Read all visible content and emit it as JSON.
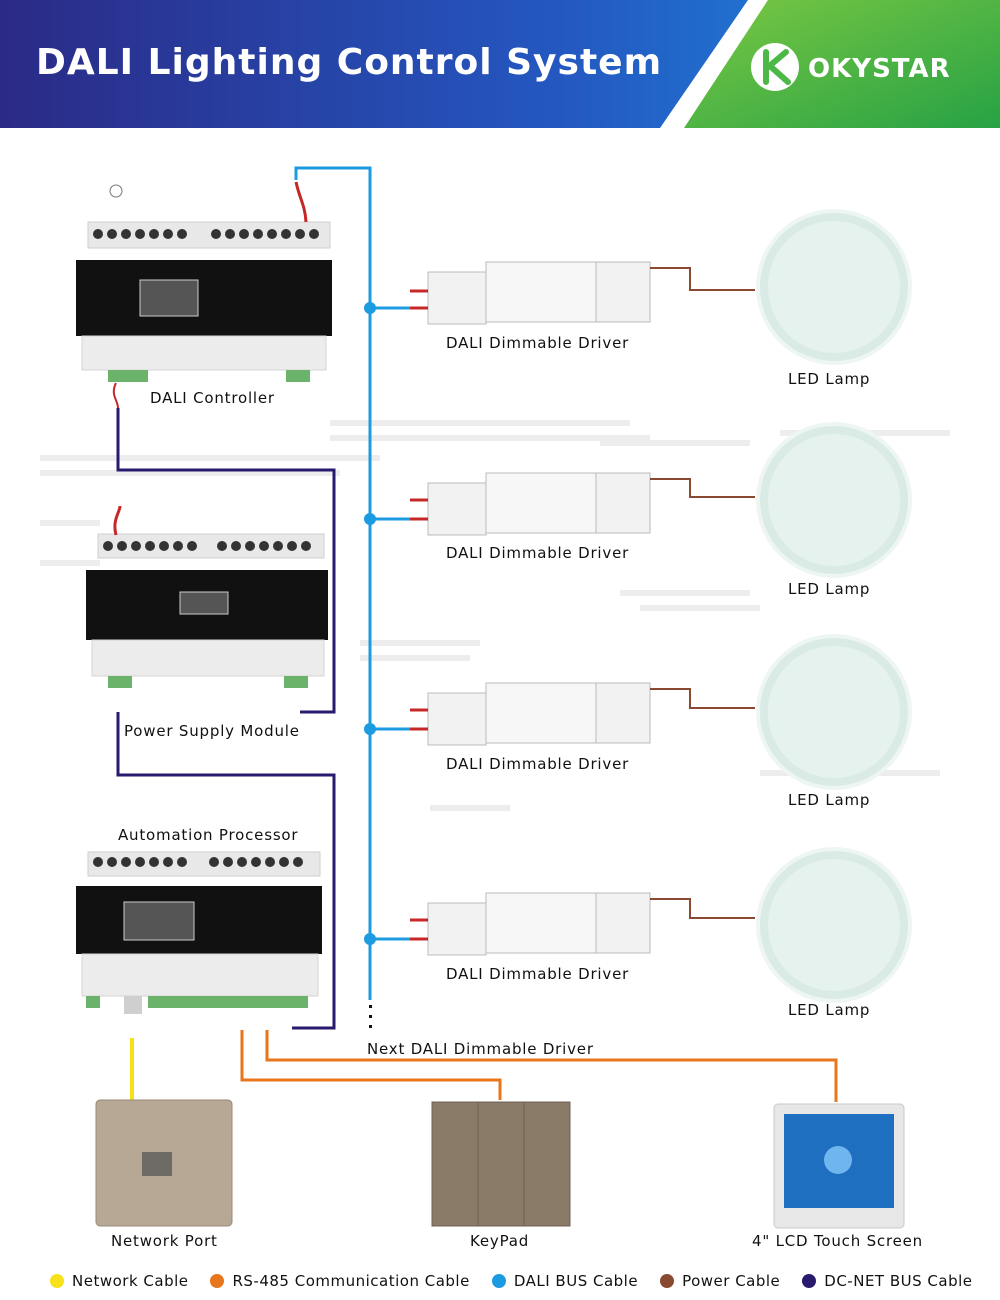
{
  "header": {
    "title": "DALI Lighting Control System",
    "brand": "OKYSTAR",
    "logo_icon": "k-logo-icon"
  },
  "devices": {
    "dali_controller": "DALI Controller",
    "power_supply": "Power Supply Module",
    "automation_processor": "Automation Processor",
    "network_port": "Network Port",
    "keypad": "KeyPad",
    "touch_screen": "4\" LCD Touch Screen",
    "next_driver": "Next DALI Dimmable Driver"
  },
  "drivers": [
    {
      "driver_label": "DALI Dimmable Driver",
      "lamp_label": "LED Lamp"
    },
    {
      "driver_label": "DALI Dimmable Driver",
      "lamp_label": "LED Lamp"
    },
    {
      "driver_label": "DALI Dimmable Driver",
      "lamp_label": "LED Lamp"
    },
    {
      "driver_label": "DALI Dimmable Driver",
      "lamp_label": "LED Lamp"
    }
  ],
  "legend": [
    {
      "label": "Network Cable",
      "color": "#f7e11a"
    },
    {
      "label": "RS-485 Communication Cable",
      "color": "#e8761d"
    },
    {
      "label": "DALI BUS Cable",
      "color": "#1d9be0"
    },
    {
      "label": "Power Cable",
      "color": "#8a4a32"
    },
    {
      "label": "DC-NET BUS Cable",
      "color": "#2a1a6e"
    }
  ],
  "colors": {
    "header_dark": "#2a2a8c",
    "header_blue": "#1f7fd0",
    "brand_green": "#4cb848"
  }
}
